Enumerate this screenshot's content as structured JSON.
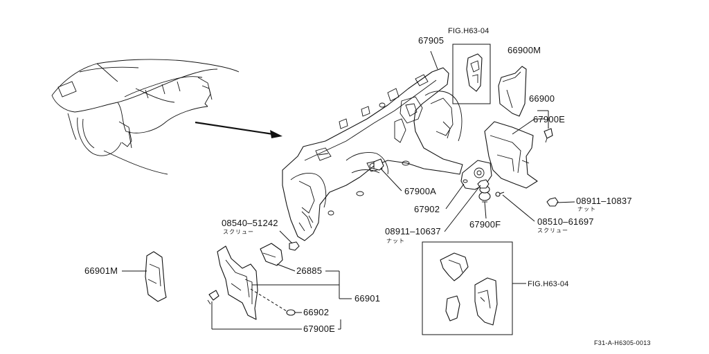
{
  "labels": {
    "p67905": "67905",
    "fig_top": "FIG.H63-04",
    "p66900M": "66900M",
    "p66900": "66900",
    "p67900E_top": "67900E",
    "p67900A": "67900A",
    "p67902": "67902",
    "p08911_right": "08911–10837",
    "nut_right": "ナット",
    "p08911_mid": "08911–10637",
    "nut_mid": "ナット",
    "p67900F": "67900F",
    "p08510": "08510–61697",
    "screw_right": "スクリュー",
    "p08540": "08540–51242",
    "screw_left": "スクリュー",
    "p26885": "26885",
    "p66901M": "66901M",
    "p66901": "66901",
    "p66902": "66902",
    "p67900E_bottom": "67900E",
    "fig_bottom": "FIG.H63-04",
    "drawing_code": "F31-A-H6305-0013"
  }
}
